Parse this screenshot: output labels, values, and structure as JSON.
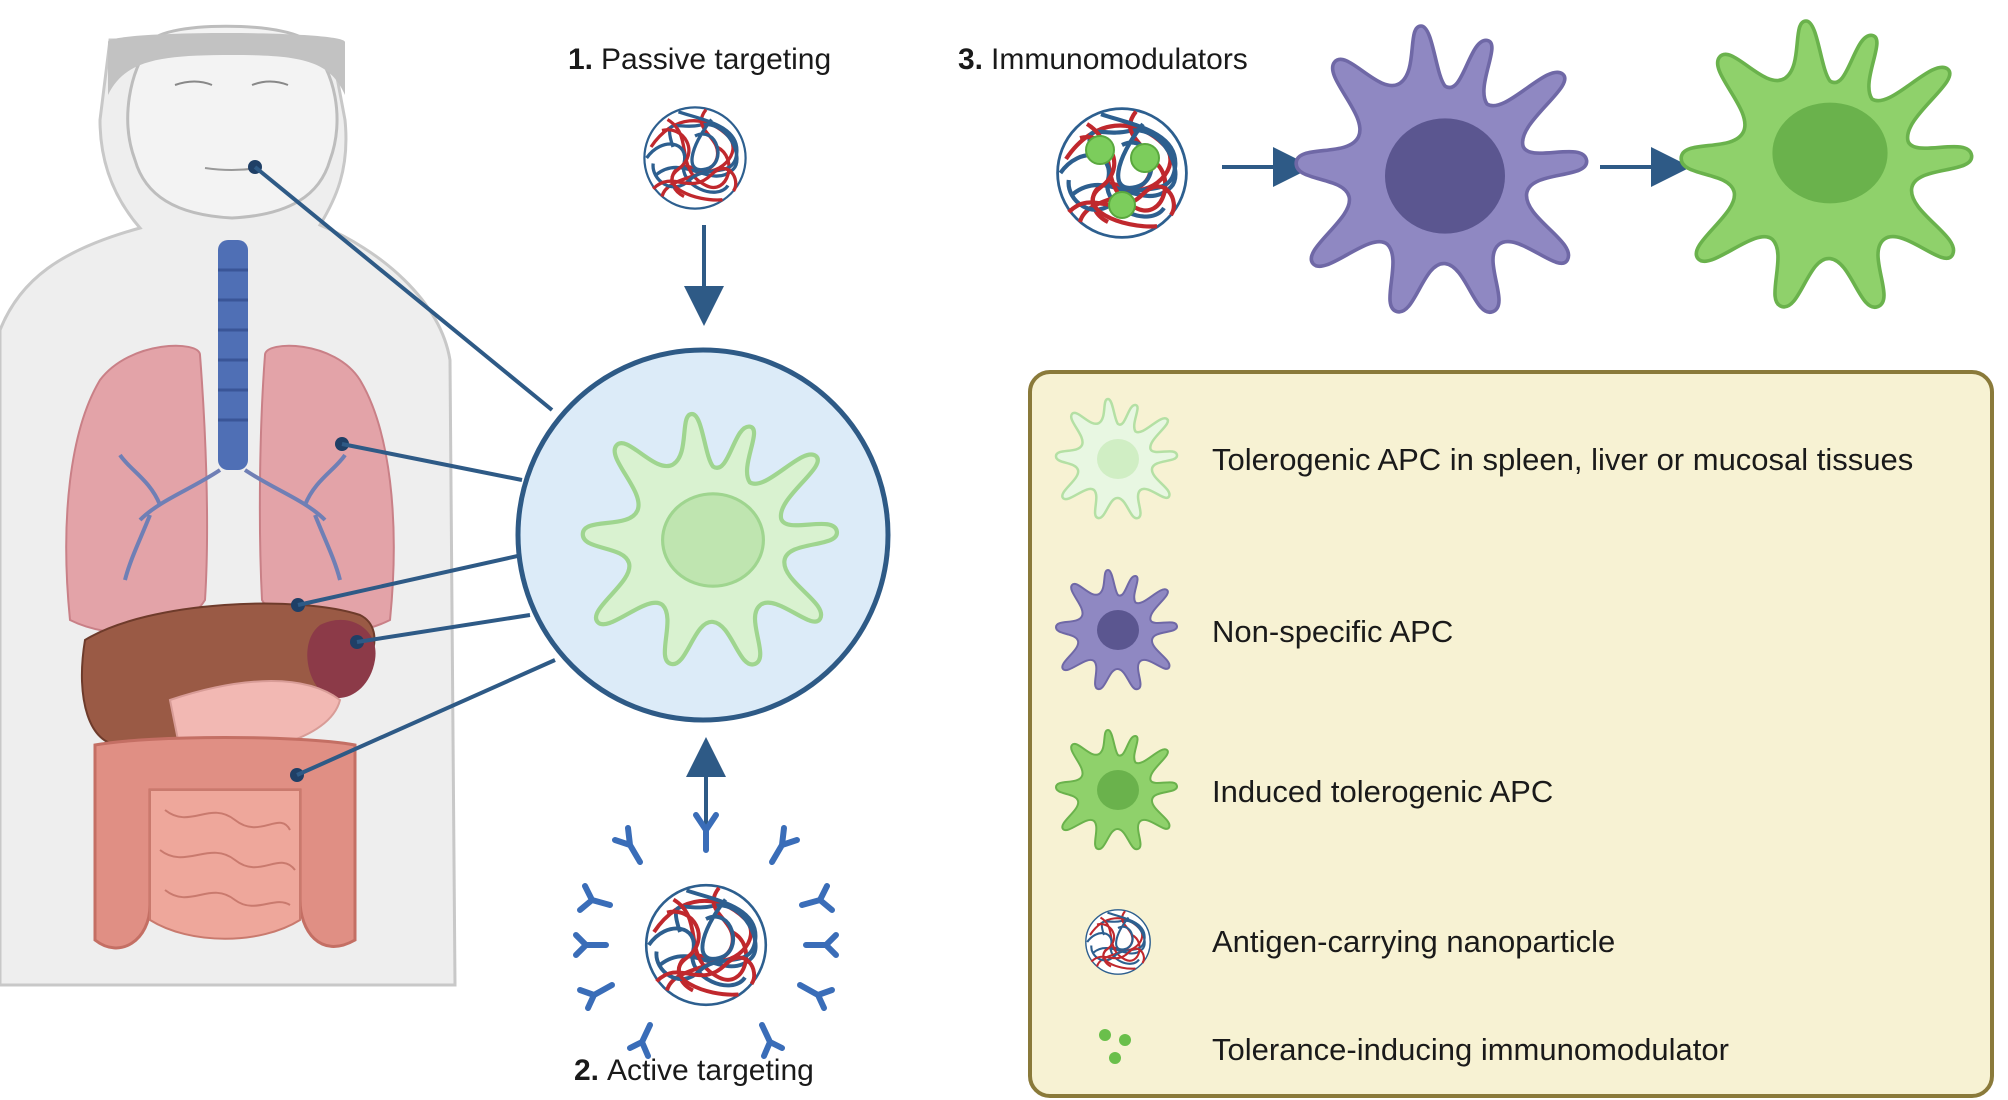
{
  "steps": [
    {
      "number": "1.",
      "label": "Passive targeting"
    },
    {
      "number": "2.",
      "label": "Active targeting"
    },
    {
      "number": "3.",
      "label": "Immunomodulators"
    }
  ],
  "legend": {
    "items": [
      {
        "icon": "tolerogenic-apc-icon",
        "label": "Tolerogenic APC in spleen, liver or mucosal tissues"
      },
      {
        "icon": "non-specific-apc-icon",
        "label": "Non-specific APC"
      },
      {
        "icon": "induced-tolerogenic-apc-icon",
        "label": "Induced tolerogenic APC"
      },
      {
        "icon": "nanoparticle-icon",
        "label": "Antigen-carrying nanoparticle"
      },
      {
        "icon": "immunomodulator-icon",
        "label": "Tolerance-inducing immunomodulator"
      }
    ]
  },
  "colors": {
    "arrow": "#2e5a86",
    "lightApcFill": "#d9f2d0",
    "lightApcStroke": "#9fd58f",
    "nonSpecificApc": "#8f88c2",
    "nonSpecificNucleus": "#5b5690",
    "inducedApc": "#8fd16b",
    "inducedNucleus": "#6ab24c",
    "circleFill": "#dcebf8",
    "legendFill": "#f7f2d3",
    "legendStroke": "#8a7a3a"
  }
}
